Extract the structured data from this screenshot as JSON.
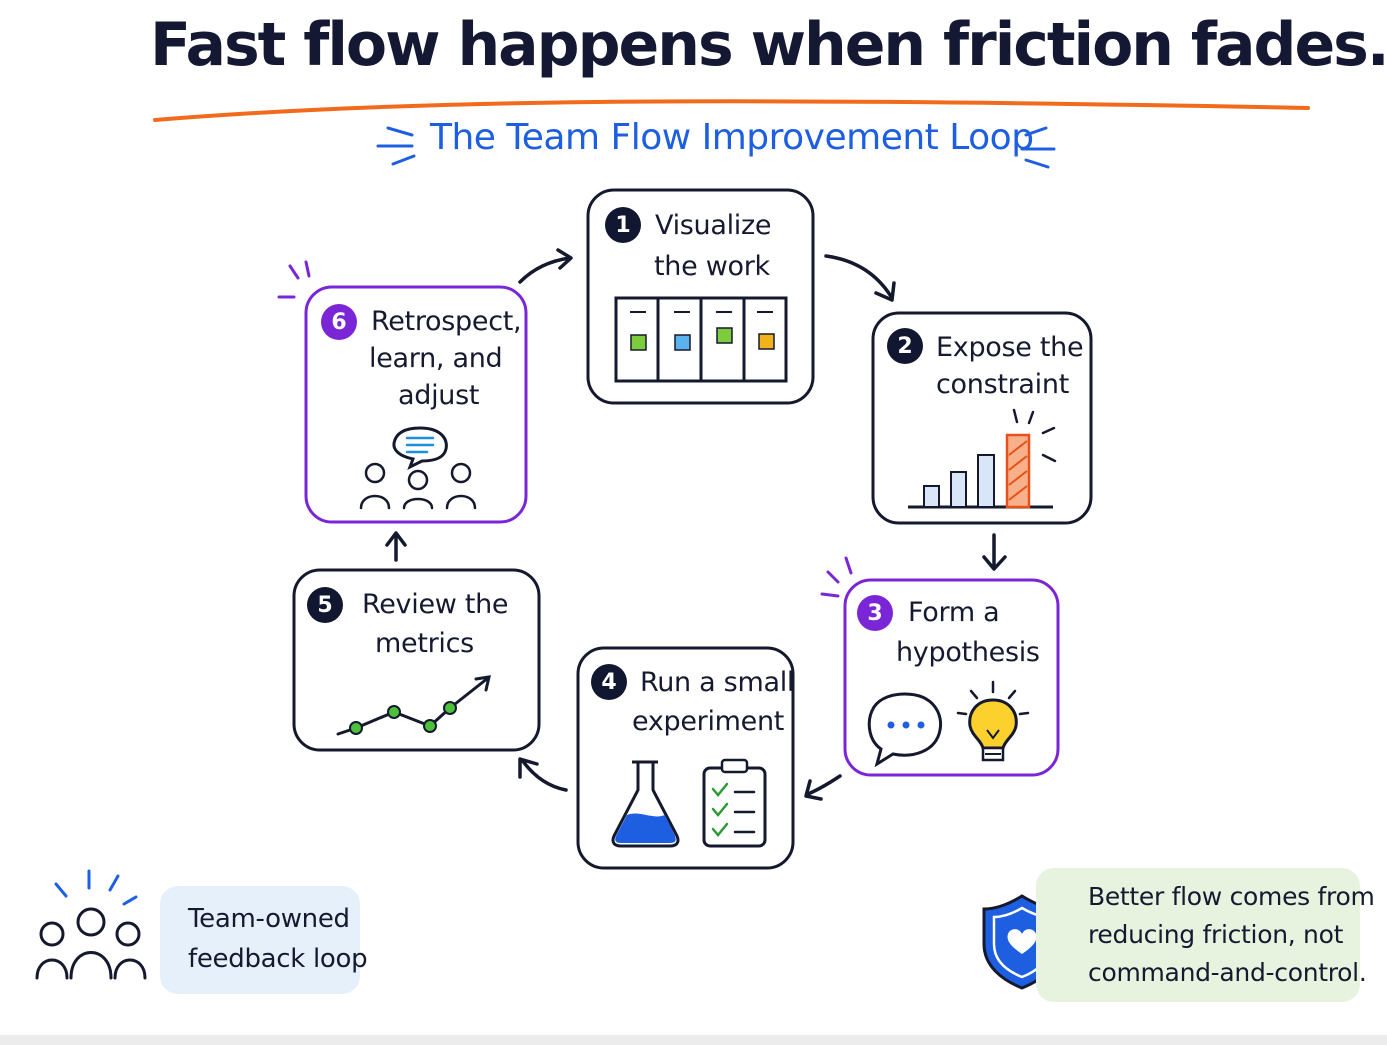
{
  "header": {
    "title": "Fast flow happens when friction fades.",
    "subtitle": "The Team Flow Improvement Loop"
  },
  "steps": [
    {
      "number": "1",
      "line1": "Visualize",
      "line2": "the work",
      "line3": ""
    },
    {
      "number": "2",
      "line1": "Expose the",
      "line2": "constraint",
      "line3": ""
    },
    {
      "number": "3",
      "line1": "Form a",
      "line2": "hypothesis",
      "line3": ""
    },
    {
      "number": "4",
      "line1": "Run a small",
      "line2": "experiment",
      "line3": ""
    },
    {
      "number": "5",
      "line1": "Review the",
      "line2": "metrics",
      "line3": ""
    },
    {
      "number": "6",
      "line1": "Retrospect,",
      "line2": "learn, and",
      "line3": "adjust"
    }
  ],
  "footer": {
    "left_line1": "Team-owned",
    "left_line2": "feedback loop",
    "right_line1": "Better flow comes from",
    "right_line2": "reducing friction, not",
    "right_line3": "command-and-control."
  },
  "colors": {
    "ink": "#14192e",
    "accent_orange": "#f26a1b",
    "subtitle_blue": "#1d5fe0",
    "highlight_purple": "#7b26d6",
    "note_blue_bg": "#e6f0fb",
    "note_green_bg": "#e7f3de"
  },
  "icons": [
    "kanban-board-icon",
    "bar-chart-icon",
    "speech-bubble-icon",
    "lightbulb-icon",
    "flask-icon",
    "checklist-icon",
    "line-chart-icon",
    "team-discussion-icon",
    "team-icon",
    "shield-heart-icon"
  ]
}
